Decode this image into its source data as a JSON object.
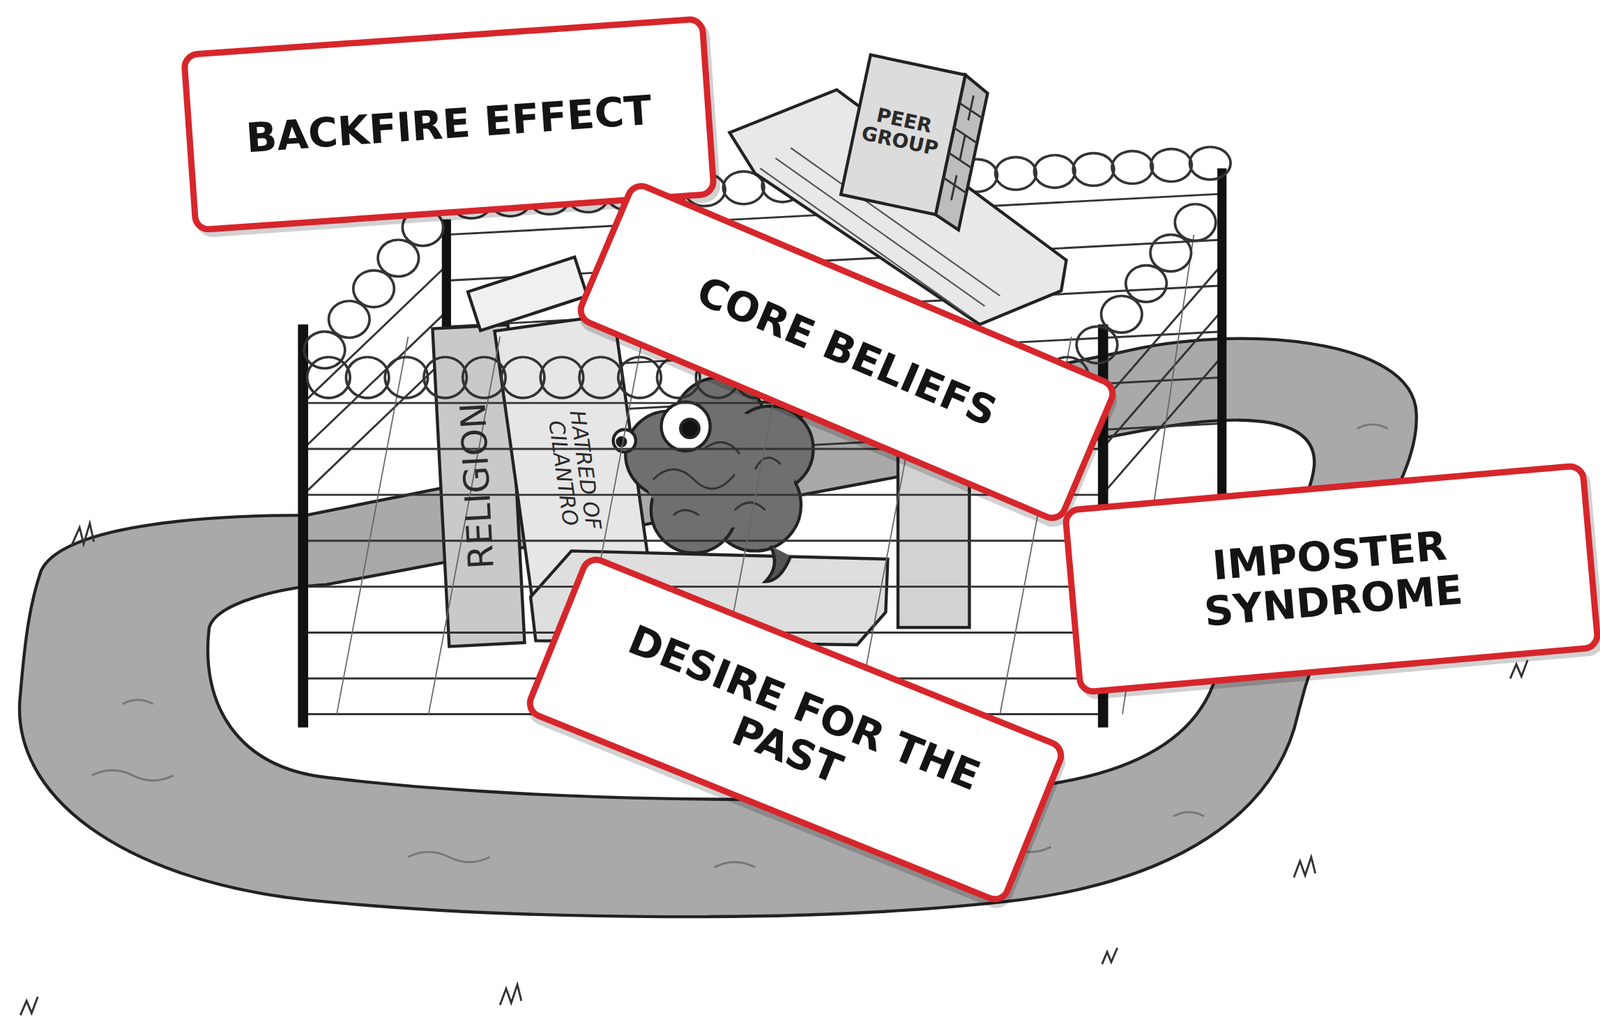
{
  "diagram": {
    "nodes": [
      {
        "text": [
          "BACKFIRE EFFECT"
        ]
      },
      {
        "text": [
          "PEER GROUP"
        ]
      },
      {
        "text": [
          "CORE BELIEFS"
        ]
      },
      {
        "text": [
          "RELIGION"
        ]
      },
      {
        "text": [
          "HATRED OF CILANTRO"
        ]
      },
      {
        "text": [
          "IMPOSTER SYNDROME"
        ]
      },
      {
        "text": [
          "DESIRE FOR THE PAST"
        ]
      }
    ]
  }
}
